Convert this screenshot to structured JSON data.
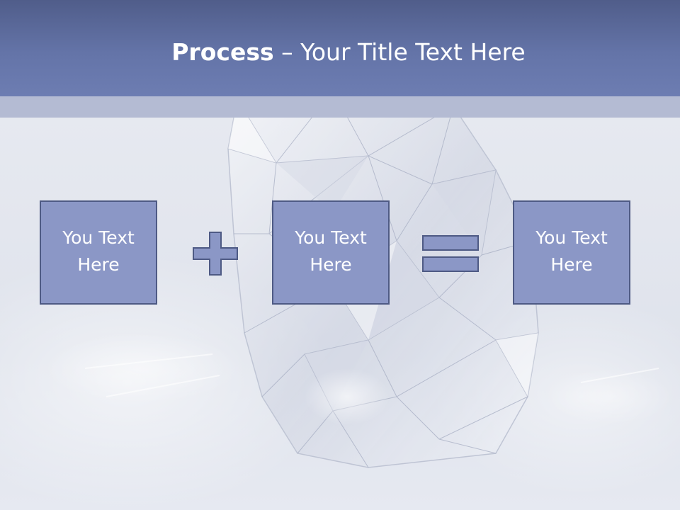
{
  "slide": {
    "title_bold": "Process",
    "title_rest": " – Your Title Text Here"
  },
  "process": {
    "boxes": [
      {
        "line1": "You Text",
        "line2": "Here"
      },
      {
        "line1": "You Text",
        "line2": "Here"
      },
      {
        "line1": "You Text",
        "line2": "Here"
      }
    ],
    "operators": [
      "plus-icon",
      "equals-icon"
    ]
  },
  "colors": {
    "header": "#6474a8",
    "header_stripe": "#b4bbd3",
    "box_fill": "#8b97c6",
    "box_border": "#4e5a84",
    "text": "#ffffff"
  }
}
